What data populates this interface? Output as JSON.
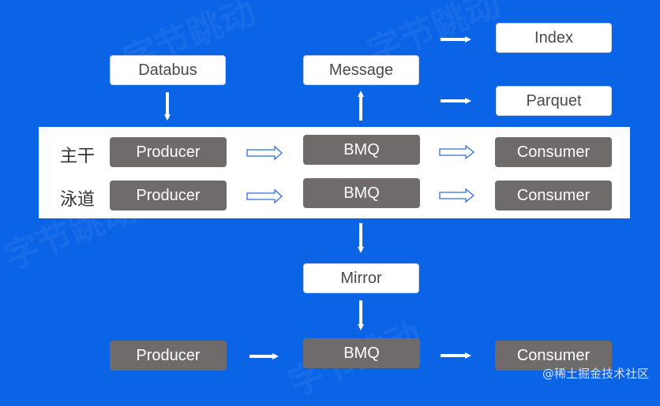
{
  "top_boxes": {
    "databus": "Databus",
    "message": "Message",
    "index": "Index",
    "parquet": "Parquet"
  },
  "lanes": [
    {
      "label": "主干",
      "producer": "Producer",
      "queue": "BMQ",
      "consumer": "Consumer"
    },
    {
      "label": "泳道",
      "producer": "Producer",
      "queue": "BMQ",
      "consumer": "Consumer"
    }
  ],
  "mirror": {
    "label": "Mirror"
  },
  "bottom_row": {
    "producer": "Producer",
    "queue": "BMQ",
    "consumer": "Consumer"
  },
  "watermark": {
    "credit": "@稀土掘金技术社区"
  },
  "colors": {
    "background": "#0b63e6",
    "node_grey": "#6e6b6a",
    "node_white": "#ffffff",
    "arrow": "#ffffff",
    "hollow_arrow_stroke": "#2f6fd8"
  }
}
